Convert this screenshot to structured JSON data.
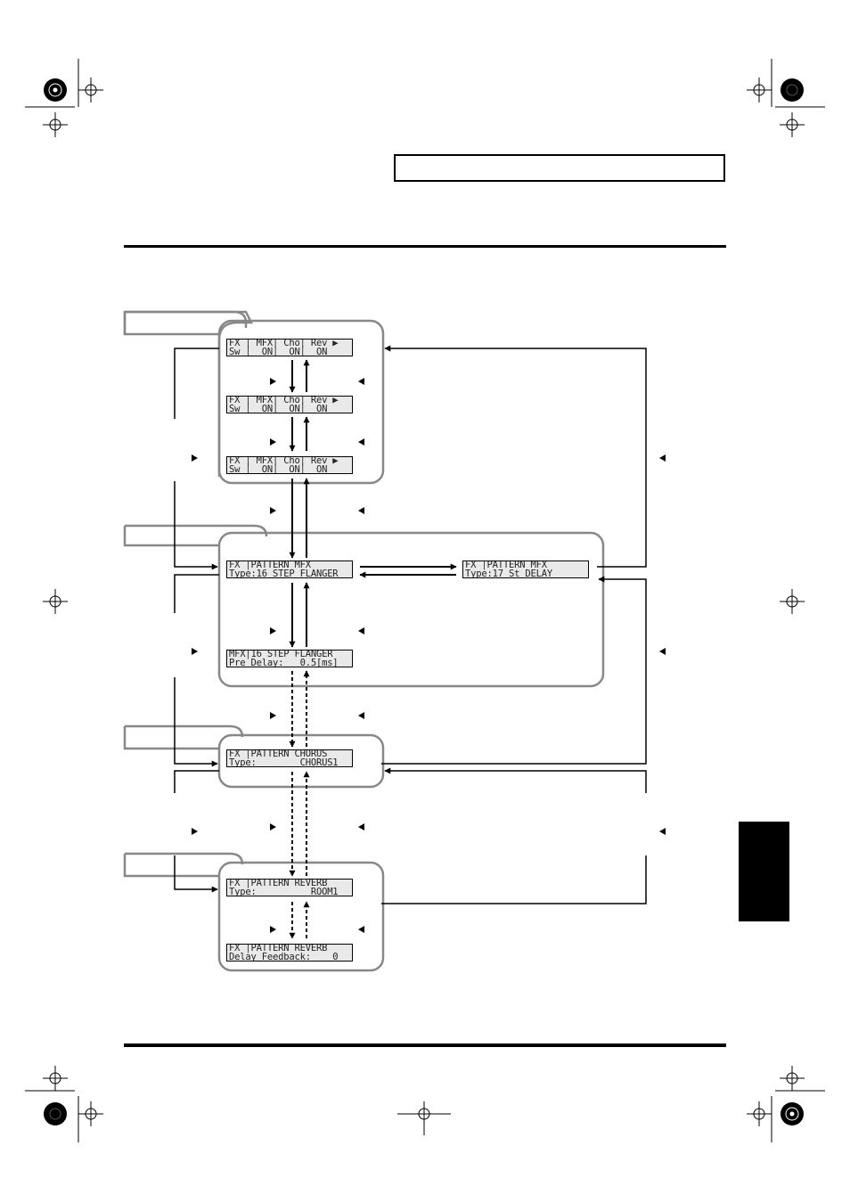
{
  "screens": {
    "sw1": {
      "line1": "FX │ MFX│ Cho│ Rev ▶",
      "line2": "Sw │  ON│  ON│  ON"
    },
    "sw2": {
      "line1": "FX │ MFX│ Cho│ Rev ▶",
      "line2": "Sw │  ON│  ON│  ON"
    },
    "sw3": {
      "line1": "FX │ MFX│ Cho│ Rev ▶",
      "line2": "Sw │  ON│  ON│  ON"
    },
    "mfx_type": {
      "line1": "FX │PATTERN MFX",
      "line2": "Type:16 STEP FLANGER"
    },
    "mfx_type17": {
      "line1": "FX │PATTERN MFX",
      "line2": "Type:17 St DELAY"
    },
    "mfx_param": {
      "line1": "MFX│16 STEP FLANGER",
      "line2": "Pre Delay:   0.5[ms]"
    },
    "chorus": {
      "line1": "FX │PATTERN CHORUS",
      "line2": "Type:        CHORUS1"
    },
    "reverb": {
      "line1": "FX │PATTERN REVERB",
      "line2": "Type:          ROOM1"
    },
    "reverb_param": {
      "line1": "FX │PATTERN REVERB",
      "line2": "Delay Feedback:    0"
    }
  },
  "icons": {
    "right": "right-triangle-icon",
    "left": "left-triangle-icon",
    "crosshair": "registration-mark-icon"
  }
}
